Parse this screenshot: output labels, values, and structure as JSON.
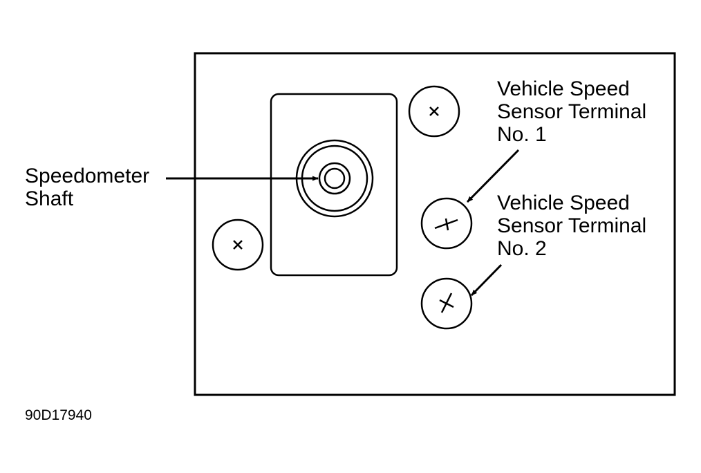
{
  "labels": {
    "speedometer_shaft": [
      "Speedometer",
      "Shaft"
    ],
    "terminal_1": [
      "Vehicle Speed",
      "Sensor Terminal",
      "No. 1"
    ],
    "terminal_2": [
      "Vehicle Speed",
      "Sensor Terminal",
      "No. 2"
    ]
  },
  "figure_code": "90D17940",
  "colors": {
    "line": "#000000",
    "background": "#ffffff"
  }
}
